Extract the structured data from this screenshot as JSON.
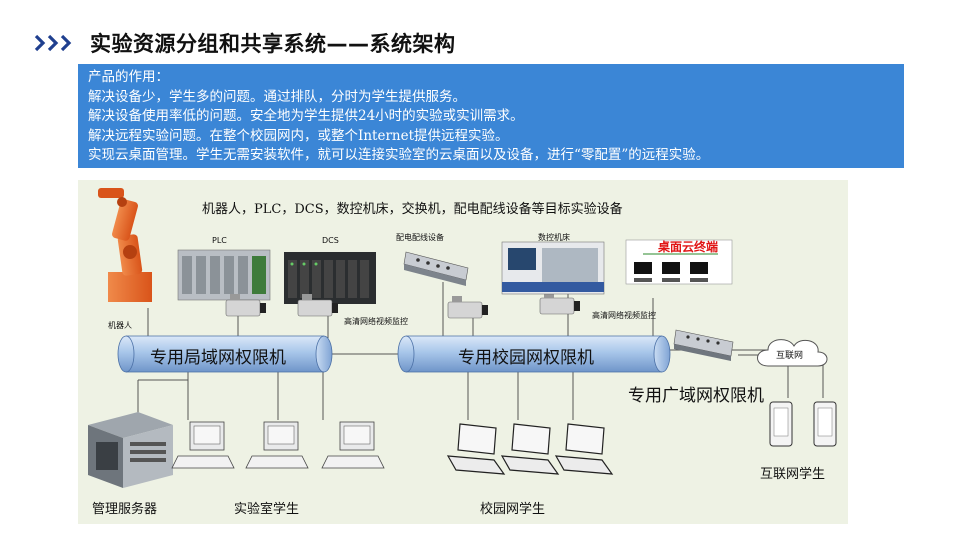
{
  "header": {
    "title": "实验资源分组和共享系统——系统架构"
  },
  "info": {
    "lines": [
      "产品的作用：",
      "解决设备少，学生多的问题。通过排队，分时为学生提供服务。",
      "解决设备使用率低的问题。安全地为学生提供24小时的实验或实训需求。",
      "解决远程实验问题。在整个校园网内，或整个Internet提供远程实验。",
      "实现云桌面管理。学生无需安装软件，就可以连接实验室的云桌面以及设备，进行“零配置”的远程实验。"
    ]
  },
  "diagram": {
    "top_caption": "机器人，PLC，DCS，数控机床，交换机，配电配线设备等目标实验设备",
    "robot_label": "机器人",
    "plc_label": "PLC",
    "dcs_label": "DCS",
    "distribution_label": "配电配线设备",
    "cnc_label": "数控机床",
    "cloud_terminal_label": "桌面云终端",
    "camera_label_1": "高清网络视频监控",
    "camera_label_2": "高清网络视频监控",
    "lan_gateway": "专用局域网权限机",
    "campus_gateway": "专用校园网权限机",
    "wan_gateway": "专用广域网权限机",
    "internet_cloud": "互联网",
    "server_label": "管理服务器",
    "lab_students_label": "实验室学生",
    "campus_students_label": "校园网学生",
    "internet_students_label": "互联网学生"
  },
  "colors": {
    "accent": "#1f3f8f",
    "infobox": "#3b86d6",
    "diagram_bg": "#eef2e4",
    "pipe": "#a8c6ea"
  }
}
